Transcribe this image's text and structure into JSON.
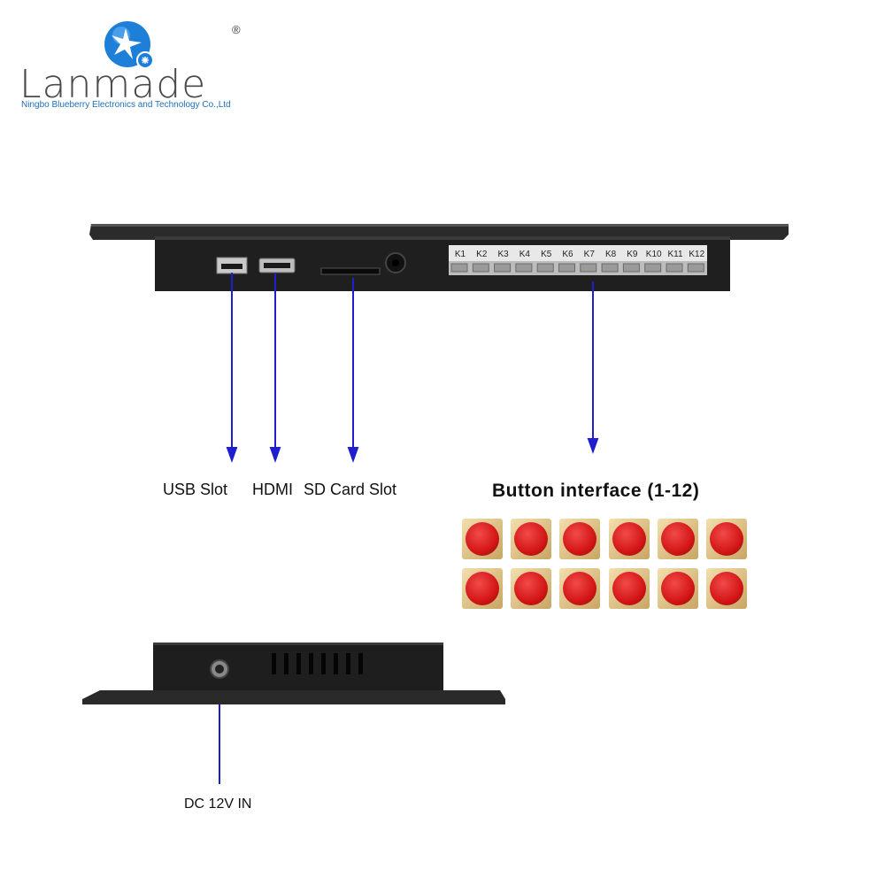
{
  "brand": {
    "name": "Lanmade",
    "subtitle": "Ningbo Blueberry Electronics and Technology Co.,Ltd",
    "registered_mark": "®",
    "colors": {
      "logo_blue": "#1e7fd8",
      "text": "#4a4a4a",
      "subtitle": "#1d6fb8"
    }
  },
  "callouts": {
    "usb": "USB Slot",
    "hdmi": "HDMI",
    "sd": "SD Card Slot",
    "buttons": "Button interface (1-12)",
    "dc": "DC 12V IN"
  },
  "key_labels": [
    "K1",
    "K2",
    "K3",
    "K4",
    "K5",
    "K6",
    "K7",
    "K8",
    "K9",
    "K10",
    "K11",
    "K12"
  ],
  "button_grid": {
    "rows": 2,
    "cols": 6,
    "cap_color": "#d41616",
    "base_color": "#d9bd82"
  },
  "arrow_color": "#1f1fd0"
}
